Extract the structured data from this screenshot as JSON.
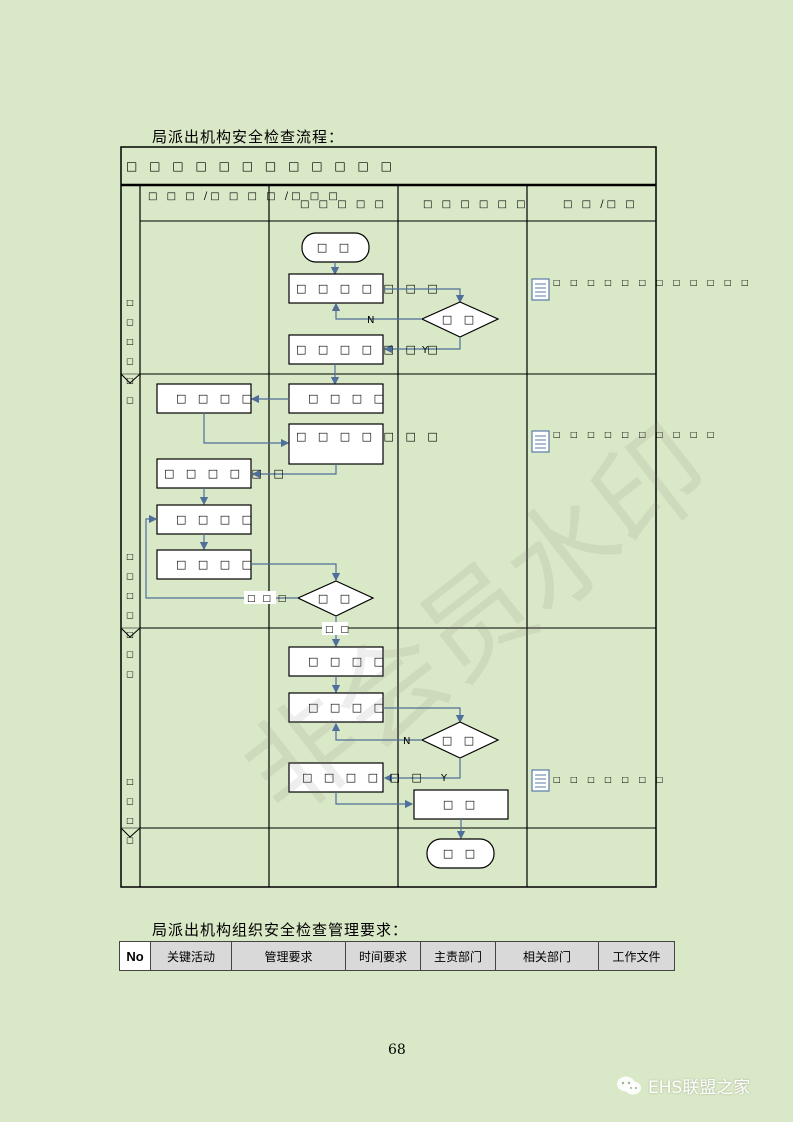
{
  "flow_title": "局派出机构安全检查流程：",
  "header_band": "□ □ □ □ □ □ □ □ □ □ □ □",
  "columns": [
    "□ □ □ /□ □ □ □ /□ □ □",
    "□ □ □ □ □",
    "□ □ □ □ □ □",
    "□ □ /□ □"
  ],
  "lanes": {
    "lane1_label": "□ □ □ □ □ □",
    "lane2_label": "□ □ □ □ □ □ □",
    "lane3_label": "□ □ □ □"
  },
  "nodes": {
    "start": "□ □",
    "l1_box1": "□ □ □ □ □ □ □",
    "l1_diamond": "□ □",
    "l1_box2": "□ □ □ □ □ □ □",
    "l2_box_c2_1": "□ □ □ □",
    "l2_box_c1_1": "□ □ □ □",
    "l2_box_c2_2": "□ □ □ □ □ □ □",
    "l2_box_c1_2": "□ □ □ □ □ □",
    "l2_box_c1_3": "□ □ □ □",
    "l2_box_c1_4": "□ □ □ □",
    "l2_diamond": "□ □",
    "l2_loop_label": "□ □ □",
    "l2_down_label": "□ □",
    "l3_box1": "□ □ □ □",
    "l3_box2": "□ □ □ □",
    "l3_diamond": "□ □",
    "l3_box3": "□ □ □ □ □ □",
    "l3_box4": "□ □",
    "end": "□ □"
  },
  "branch_labels": {
    "no": "N",
    "yes": "Y"
  },
  "docs": {
    "doc1": "□ □ □ □ □ □ □ □ □ □ □ □",
    "doc2": "□ □ □ □ □ □ □ □ □ □",
    "doc3": "□ □ □ □ □ □ □"
  },
  "requirements_title": "局派出机构组织安全检查管理要求：",
  "requirements_table": {
    "headers": [
      "No",
      "关键活动",
      "管理要求",
      "时间要求",
      "主责部门",
      "相关部门",
      "工作文件"
    ]
  },
  "page_number": "68",
  "footer_brand": "EHS联盟之家",
  "watermark_text": "非会员水印",
  "colors": {
    "background": "#d9e8c6",
    "arrow": "#4f6f9a",
    "box_fill": "#ffffff"
  }
}
